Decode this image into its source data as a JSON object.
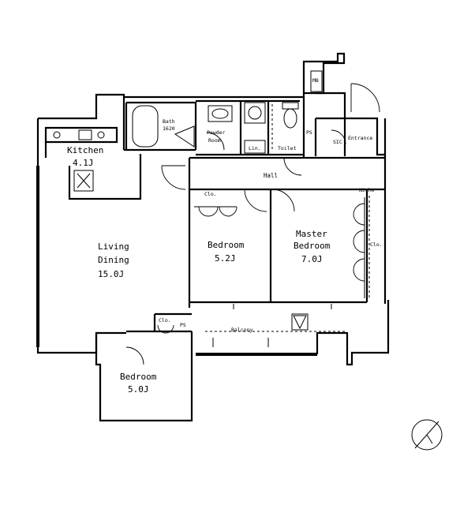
{
  "rooms": {
    "kitchen": {
      "name": "Kitchen",
      "size": "4.1J"
    },
    "living": {
      "name1": "Living",
      "name2": "Dining",
      "size": "15.0J"
    },
    "bedroom_center": {
      "name": "Bedroom",
      "size": "5.2J"
    },
    "master": {
      "name1": "Master",
      "name2": "Bedroom",
      "size": "7.0J"
    },
    "bedroom_bottom": {
      "name": "Bedroom",
      "size": "5.0J"
    }
  },
  "labels": {
    "bath1": "Bath",
    "bath2": "1620",
    "powder1": "Powder",
    "powder2": "Room",
    "lin": "Lin.",
    "toilet": "Toilet",
    "ps_top": "PS",
    "sic": "SIC",
    "entrance": "Entrance",
    "mb": "MB",
    "hall": "Hall",
    "niche": "Niche",
    "clo_center": "Clo.",
    "clo_master": "Clo.",
    "clo_bottom": "Clo.",
    "ps_bottom": "PS",
    "balcony": "Balcony"
  },
  "icons": {
    "north": "north-arrow-icon",
    "fridge": "refrigerator-icon",
    "washer": "washing-machine-icon"
  }
}
